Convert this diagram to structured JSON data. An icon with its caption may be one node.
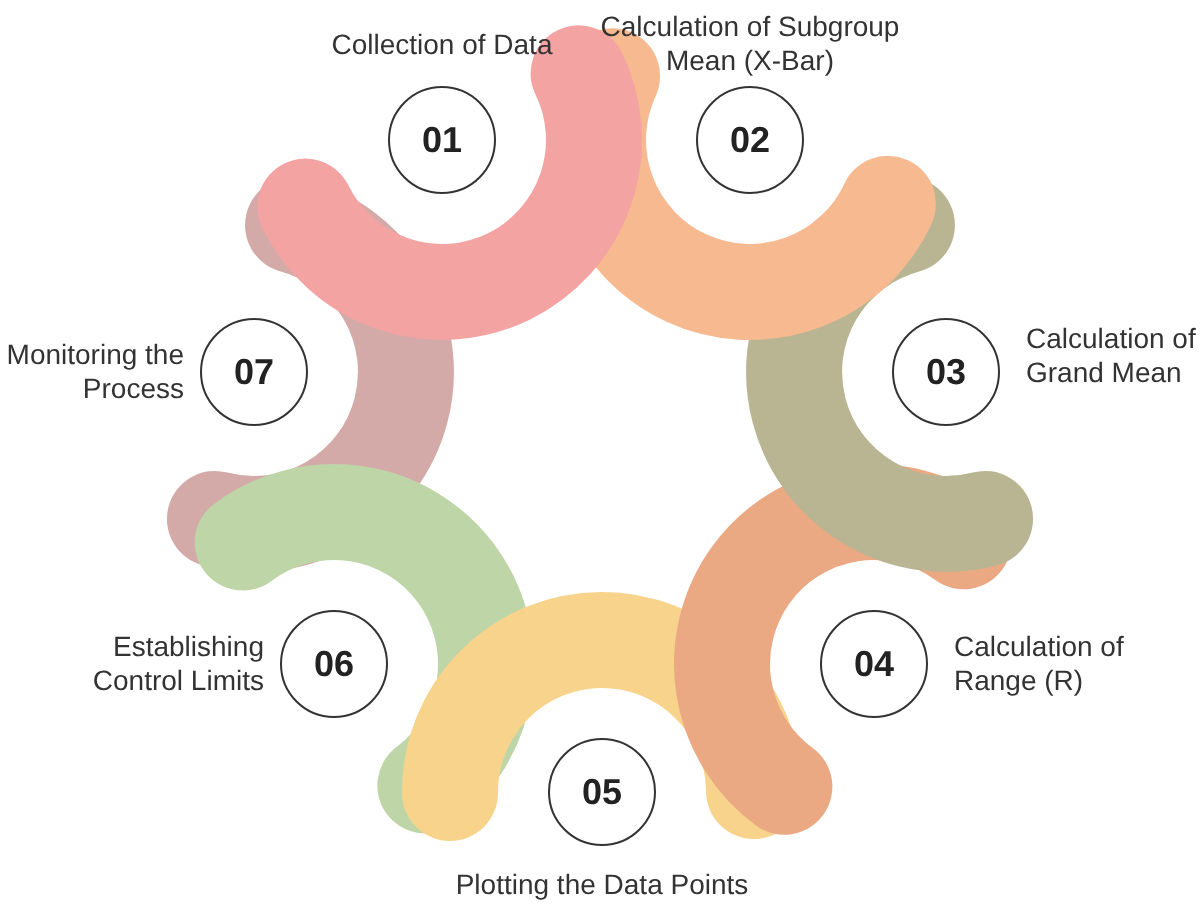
{
  "diagram": {
    "nodes": [
      {
        "text": [
          "01"
        ],
        "beside": [
          "Collection of Data"
        ]
      },
      {
        "text": [
          "02"
        ],
        "beside": [
          "Calculation of Subgroup Mean (X-Bar)"
        ]
      },
      {
        "text": [
          "03"
        ],
        "beside": [
          "Calculation of Grand Mean"
        ]
      },
      {
        "text": [
          "04"
        ],
        "beside": [
          "Calculation of Range (R)"
        ]
      },
      {
        "text": [
          "05"
        ],
        "beside": [
          "Plotting the Data Points"
        ]
      },
      {
        "text": [
          "06"
        ],
        "beside": [
          "Establishing Control Limits"
        ]
      },
      {
        "text": [
          "07"
        ],
        "beside": [
          "Monitoring the Process"
        ]
      }
    ]
  }
}
